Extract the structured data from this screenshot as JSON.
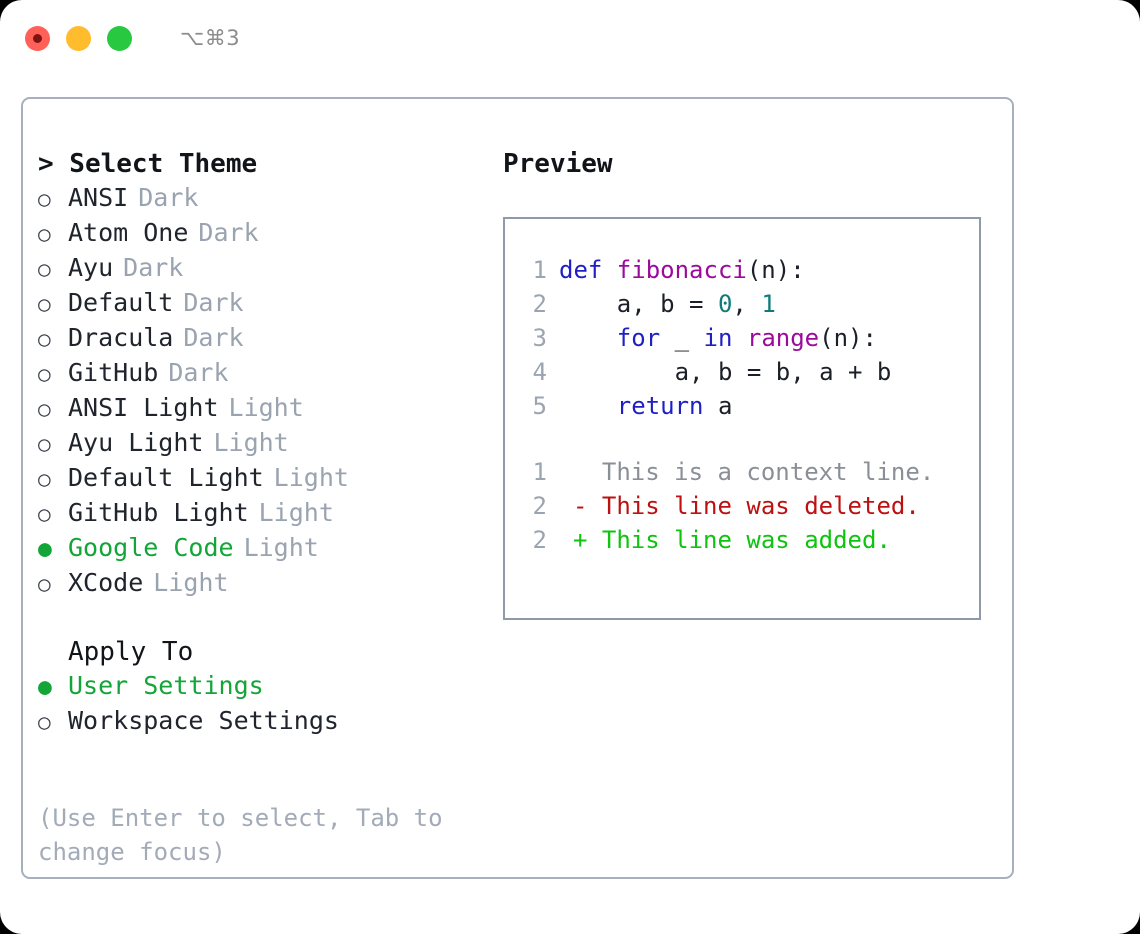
{
  "window": {
    "shortcut": "⌥⌘3",
    "traffic_lights": [
      {
        "name": "close",
        "color": "#ff6159"
      },
      {
        "name": "minimize",
        "color": "#ffbd2e"
      },
      {
        "name": "zoom",
        "color": "#28c840"
      }
    ]
  },
  "theme_panel": {
    "header": "> Select Theme",
    "options": [
      {
        "bullet": "○",
        "label": "ANSI",
        "variant": "Dark",
        "selected": false
      },
      {
        "bullet": "○",
        "label": "Atom One",
        "variant": "Dark",
        "selected": false
      },
      {
        "bullet": "○",
        "label": "Ayu",
        "variant": "Dark",
        "selected": false
      },
      {
        "bullet": "○",
        "label": "Default",
        "variant": "Dark",
        "selected": false
      },
      {
        "bullet": "○",
        "label": "Dracula",
        "variant": "Dark",
        "selected": false
      },
      {
        "bullet": "○",
        "label": "GitHub",
        "variant": "Dark",
        "selected": false
      },
      {
        "bullet": "○",
        "label": "ANSI Light",
        "variant": "Light",
        "selected": false
      },
      {
        "bullet": "○",
        "label": "Ayu Light",
        "variant": "Light",
        "selected": false
      },
      {
        "bullet": "○",
        "label": "Default Light",
        "variant": "Light",
        "selected": false
      },
      {
        "bullet": "○",
        "label": "GitHub Light",
        "variant": "Light",
        "selected": false
      },
      {
        "bullet": "●",
        "label": "Google Code",
        "variant": "Light",
        "selected": true
      },
      {
        "bullet": "○",
        "label": "XCode",
        "variant": "Light",
        "selected": false
      }
    ]
  },
  "apply_to": {
    "header": "Apply To",
    "options": [
      {
        "bullet": "●",
        "label": "User Settings",
        "selected": true
      },
      {
        "bullet": "○",
        "label": "Workspace Settings",
        "selected": false
      }
    ]
  },
  "help_text": "(Use Enter to select, Tab to change focus)",
  "preview": {
    "title": "Preview",
    "code_lines": [
      {
        "number": "1",
        "tokens": [
          {
            "text": "def ",
            "type": "kw"
          },
          {
            "text": "fibonacci",
            "type": "fn"
          },
          {
            "text": "(n):",
            "type": "plain"
          }
        ]
      },
      {
        "number": "2",
        "tokens": [
          {
            "text": "    a, b = ",
            "type": "plain"
          },
          {
            "text": "0",
            "type": "num"
          },
          {
            "text": ", ",
            "type": "plain"
          },
          {
            "text": "1",
            "type": "num"
          }
        ]
      },
      {
        "number": "3",
        "tokens": [
          {
            "text": "    ",
            "type": "plain"
          },
          {
            "text": "for",
            "type": "kw"
          },
          {
            "text": " _ ",
            "type": "plain"
          },
          {
            "text": "in",
            "type": "kw"
          },
          {
            "text": " ",
            "type": "plain"
          },
          {
            "text": "range",
            "type": "fn"
          },
          {
            "text": "(n):",
            "type": "plain"
          }
        ]
      },
      {
        "number": "4",
        "tokens": [
          {
            "text": "        a, b = b, a + b",
            "type": "plain"
          }
        ]
      },
      {
        "number": "5",
        "tokens": [
          {
            "text": "    ",
            "type": "plain"
          },
          {
            "text": "return",
            "type": "kw"
          },
          {
            "text": " a",
            "type": "plain"
          }
        ]
      }
    ],
    "diff_lines": [
      {
        "number": "1",
        "marker": " ",
        "text": " This is a context line.",
        "kind": "ctx"
      },
      {
        "number": "2",
        "marker": "-",
        "text": " This line was deleted.",
        "kind": "del"
      },
      {
        "number": "2",
        "marker": "+",
        "text": " This line was added.",
        "kind": "add"
      }
    ]
  },
  "colors": {
    "accent_green": "#13a538",
    "keyword_blue": "#1f1fc4",
    "function_magenta": "#9b0b9b",
    "number_teal": "#0f7c7b",
    "diff_deleted_red": "#bd1111",
    "diff_added_green": "#0ec40e",
    "muted_gray": "#9aa3b0",
    "panel_border": "#a7b0bd"
  }
}
